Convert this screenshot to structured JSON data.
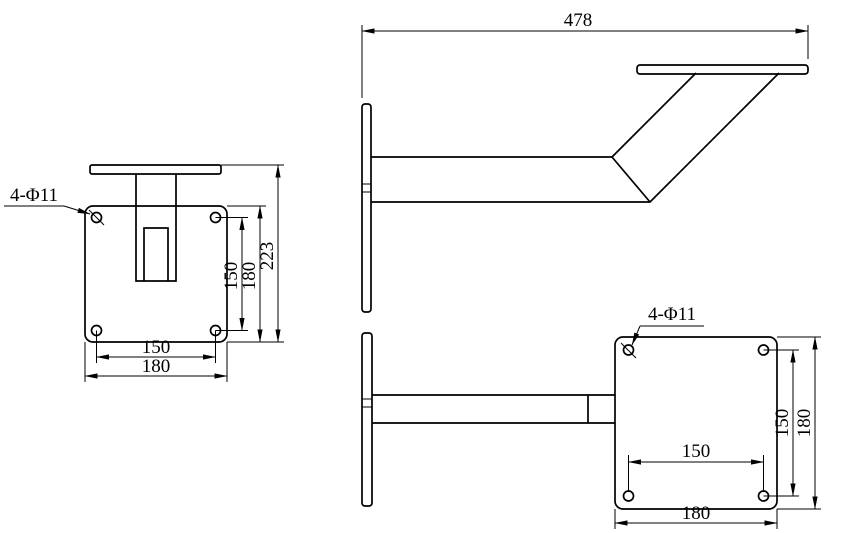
{
  "colors": {
    "line": "#000000",
    "background": "#ffffff"
  },
  "front_view": {
    "hole_label": "4-Φ11",
    "dim_hole_spacing_vertical": "150",
    "dim_plate_height": "180",
    "dim_overall_height": "223",
    "dim_hole_spacing_horizontal": "150",
    "dim_plate_width": "180"
  },
  "side_view": {
    "dim_overall_reach": "478"
  },
  "top_view": {
    "hole_label": "4-Φ11",
    "dim_hole_spacing_vertical": "150",
    "dim_plate_height": "180",
    "dim_hole_spacing_horizontal": "150",
    "dim_plate_width": "180"
  }
}
